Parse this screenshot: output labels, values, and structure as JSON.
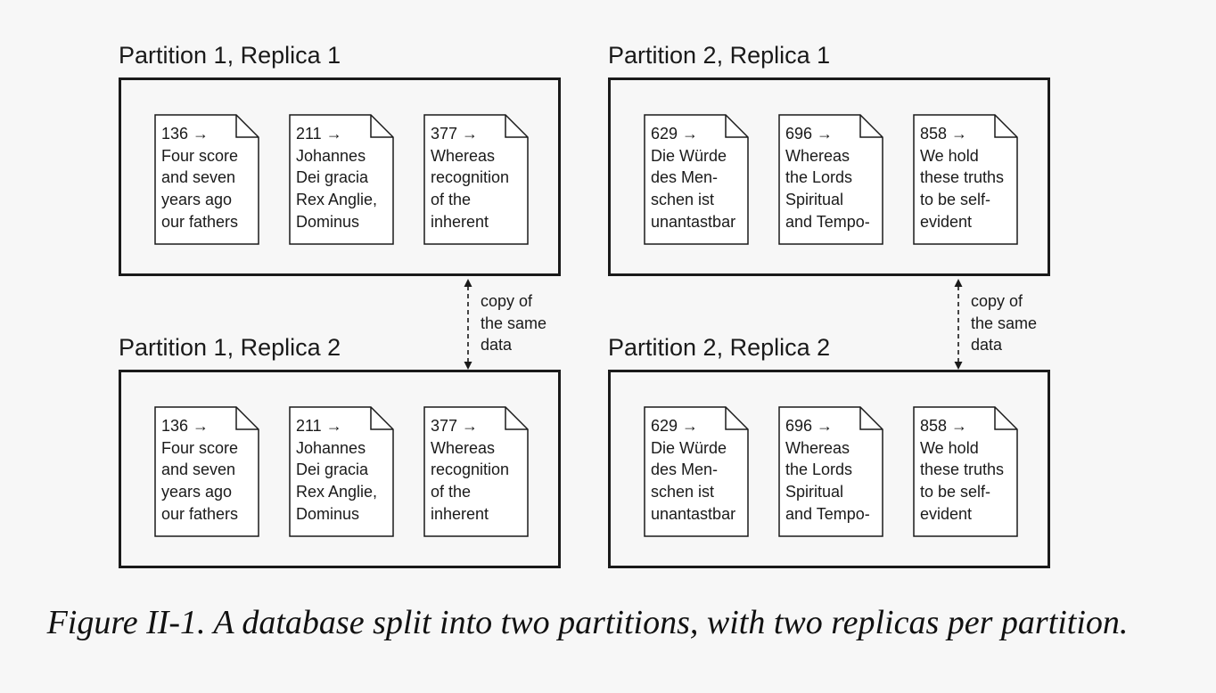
{
  "partitions": [
    {
      "title": "Partition 1, Replica 1",
      "docs": [
        {
          "text": "136 →\nFour score\nand seven\nyears ago\nour fathers"
        },
        {
          "text": "211 →\nJohannes\nDei gracia\nRex Anglie,\nDominus"
        },
        {
          "text": "377 →\nWhereas\nrecognition\nof the\ninherent"
        }
      ]
    },
    {
      "title": "Partition 2, Replica 1",
      "docs": [
        {
          "text": "629 →\nDie Würde\ndes Men-\nschen ist\nunantastbar"
        },
        {
          "text": "696 →\nWhereas\nthe Lords\nSpiritual\nand Tempo-"
        },
        {
          "text": "858 →\nWe hold\nthese truths\nto be self-\nevident"
        }
      ]
    },
    {
      "title": "Partition 1, Replica 2",
      "docs": [
        {
          "text": "136 →\nFour score\nand seven\nyears ago\nour fathers"
        },
        {
          "text": "211 →\nJohannes\nDei gracia\nRex Anglie,\nDominus"
        },
        {
          "text": "377 →\nWhereas\nrecognition\nof the\ninherent"
        }
      ]
    },
    {
      "title": "Partition 2, Replica 2",
      "docs": [
        {
          "text": "629 →\nDie Würde\ndes Men-\nschen ist\nunantastbar"
        },
        {
          "text": "696 →\nWhereas\nthe Lords\nSpiritual\nand Tempo-"
        },
        {
          "text": "858 →\nWe hold\nthese truths\nto be self-\nevident"
        }
      ]
    }
  ],
  "connectors": [
    {
      "label": "copy of\nthe same\ndata"
    },
    {
      "label": "copy of\nthe same\ndata"
    }
  ],
  "caption": "Figure II-1. A database split into two partitions, with two replicas per partition."
}
